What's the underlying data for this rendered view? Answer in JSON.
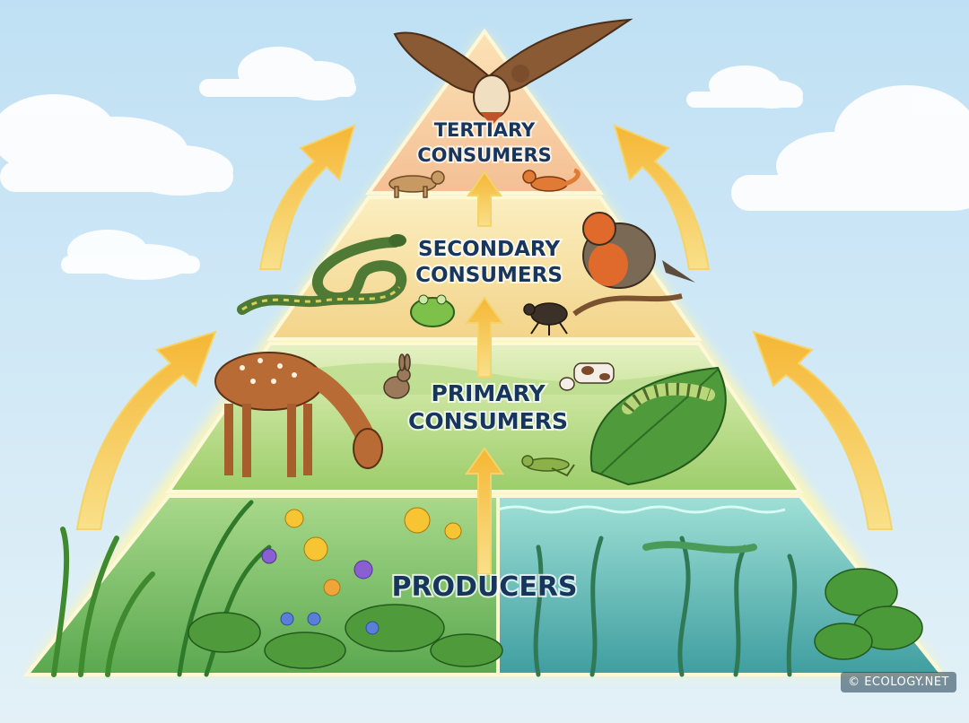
{
  "tiers": [
    {
      "line1": "TERTIARY",
      "line2": "CONSUMERS",
      "animals": [
        "hawk",
        "cougar",
        "fox"
      ]
    },
    {
      "line1": "SECONDARY",
      "line2": "CONSUMERS",
      "animals": [
        "snake",
        "robin",
        "frog",
        "beetle"
      ]
    },
    {
      "line1": "PRIMARY",
      "line2": "CONSUMERS",
      "animals": [
        "deer",
        "rabbit",
        "cow",
        "caterpillar",
        "grasshopper"
      ]
    },
    {
      "line1": "PRODUCERS",
      "animals": [
        "grasses",
        "ferns",
        "wildflowers",
        "aquatic plants"
      ]
    }
  ],
  "credit": "© ECOLOGY.NET",
  "colors": {
    "tertiary": "#f6caa0",
    "secondary": "#f7df9c",
    "primary": "#cfe7a6",
    "producers_land": "#9fd47c",
    "producers_water": "#7fcfc4",
    "arrow": "#f5c242",
    "label": "#17365e"
  }
}
